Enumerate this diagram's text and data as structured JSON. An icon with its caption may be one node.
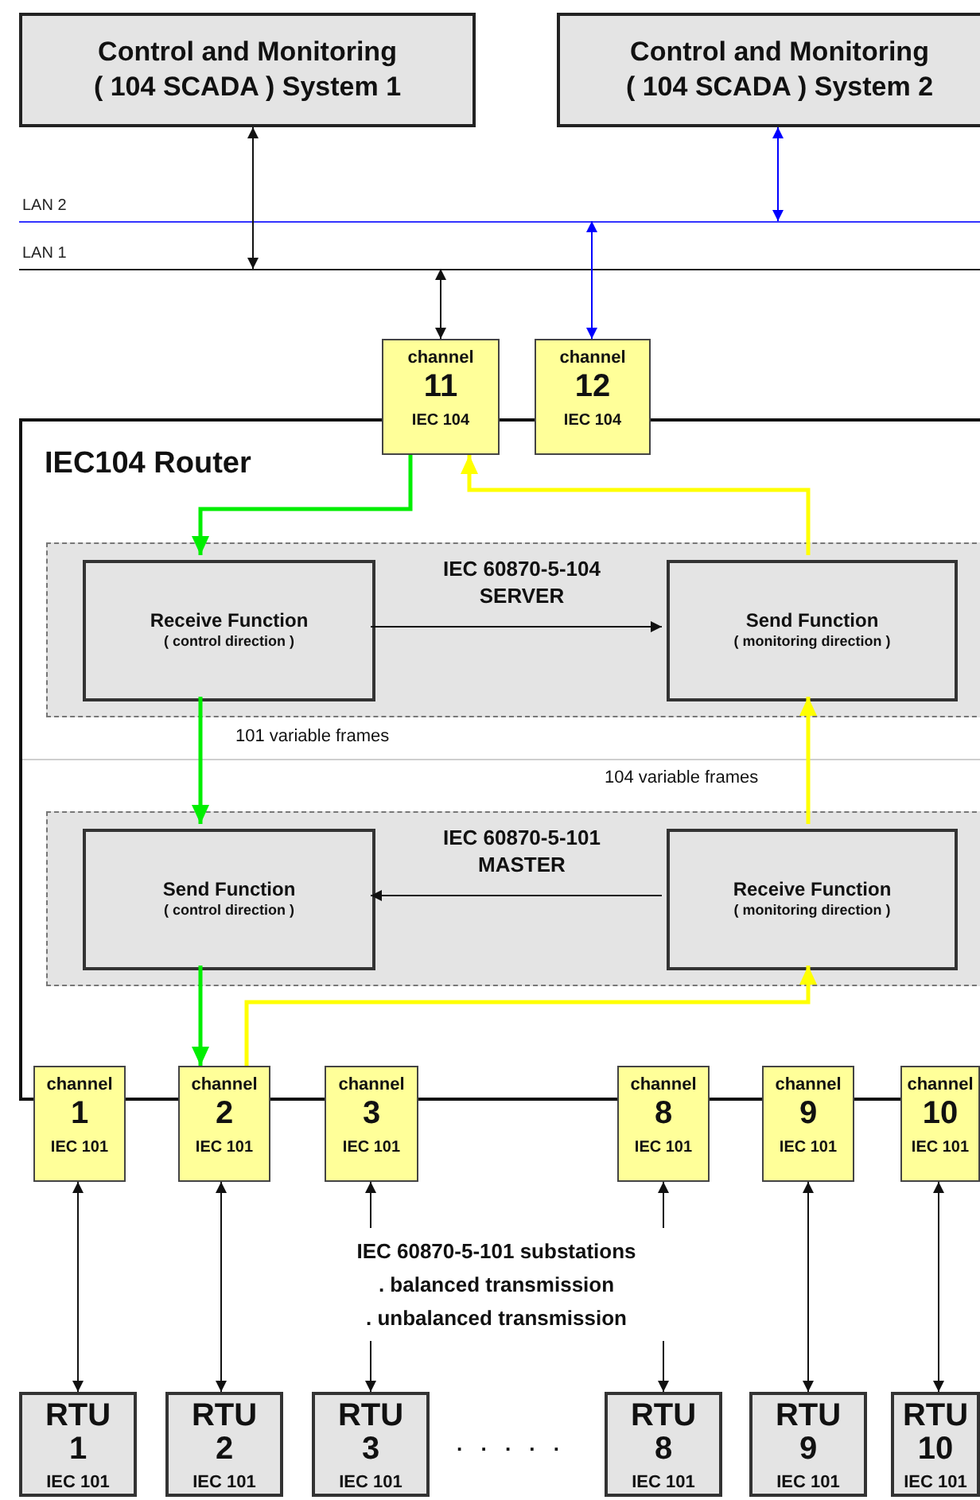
{
  "diagram": {
    "nodes": [
      {
        "text": [
          "Control and Monitoring ( 104 SCADA ) System 1"
        ]
      },
      {
        "text": [
          "Control and Monitoring ( 104 SCADA ) System 2"
        ]
      },
      {
        "text": [],
        "shape": "bar",
        "beside": [
          "LAN 2"
        ]
      },
      {
        "text": [],
        "shape": "bar",
        "beside": [
          "LAN 1"
        ]
      },
      {
        "text": [
          "IEC104 Router"
        ]
      },
      {
        "text": [
          "channel",
          "11",
          "IEC 104"
        ]
      },
      {
        "text": [
          "channel",
          "12",
          "IEC 104"
        ]
      },
      {
        "text": [
          "IEC 60870-5-104 SERVER"
        ],
        "in": 4
      },
      {
        "text": [
          "Receive Function",
          "( control direction )"
        ],
        "in": 7
      },
      {
        "text": [
          "Send Function",
          "( monitoring direction )"
        ],
        "in": 7
      },
      {
        "text": [
          "IEC 60870-5-101 MASTER"
        ],
        "in": 4
      },
      {
        "text": [
          "Send Function",
          "( control direction )"
        ],
        "in": 10
      },
      {
        "text": [
          "Receive Function",
          "( monitoring direction )"
        ],
        "in": 10
      },
      {
        "text": [
          "channel",
          "1",
          "IEC 101"
        ]
      },
      {
        "text": [
          "channel",
          "2",
          "IEC 101"
        ]
      },
      {
        "text": [
          "channel",
          "3",
          "IEC 101"
        ]
      },
      {
        "text": [
          "channel",
          "8",
          "IEC 101"
        ]
      },
      {
        "text": [
          "channel",
          "9",
          "IEC 101"
        ]
      },
      {
        "text": [
          "channel",
          "10",
          "IEC 101"
        ]
      },
      {
        "text": [
          "RTU",
          "1",
          "IEC 101"
        ]
      },
      {
        "text": [
          "RTU",
          "2",
          "IEC 101"
        ]
      },
      {
        "text": [
          "RTU",
          "3",
          "IEC 101"
        ]
      },
      {
        "text": [
          "RTU",
          "8",
          "IEC 101"
        ]
      },
      {
        "text": [
          "RTU",
          "9",
          "IEC 101"
        ]
      },
      {
        "text": [
          "RTU",
          "10",
          "IEC 101"
        ]
      }
    ],
    "edges": [
      {
        "from": 0,
        "to": 3,
        "arrow": "both"
      },
      {
        "from": 1,
        "to": 2,
        "arrow": "both",
        "color": "#0000ff"
      },
      {
        "from": 3,
        "to": 5,
        "arrow": "both"
      },
      {
        "from": 2,
        "to": 6,
        "arrow": "both",
        "color": "#0000ff"
      },
      {
        "from": 5,
        "to": 8,
        "arrow": "to",
        "style": "thick",
        "color": "#00ee00"
      },
      {
        "from": 9,
        "to": 5,
        "arrow": "to",
        "style": "thick",
        "color": "#ffff00"
      },
      {
        "from": 8,
        "to": 9,
        "arrow": "to"
      },
      {
        "from": 8,
        "to": 11,
        "arrow": "to",
        "style": "thick",
        "color": "#00ee00"
      },
      {
        "from": 12,
        "to": 9,
        "arrow": "to",
        "style": "thick",
        "color": "#ffff00"
      },
      {
        "from": 12,
        "to": 11,
        "arrow": "to"
      },
      {
        "from": 11,
        "to": 14,
        "arrow": "to",
        "style": "thick",
        "color": "#00ee00"
      },
      {
        "from": 14,
        "to": 12,
        "arrow": "to",
        "style": "thick",
        "color": "#ffff00"
      },
      {
        "from": 13,
        "to": 19,
        "arrow": "both"
      },
      {
        "from": 14,
        "to": 20,
        "arrow": "both"
      },
      {
        "from": 15,
        "to": 21,
        "arrow": "both"
      },
      {
        "from": 16,
        "to": 22,
        "arrow": "both"
      },
      {
        "from": 17,
        "to": 23,
        "arrow": "both"
      },
      {
        "from": 18,
        "to": 24,
        "arrow": "both"
      }
    ],
    "labels": [
      "101 variable frames",
      "104 variable frames",
      "IEC 60870-5-101 substations",
      ". balanced transmission",
      ". unbalanced transmission",
      ". . . . ."
    ]
  }
}
